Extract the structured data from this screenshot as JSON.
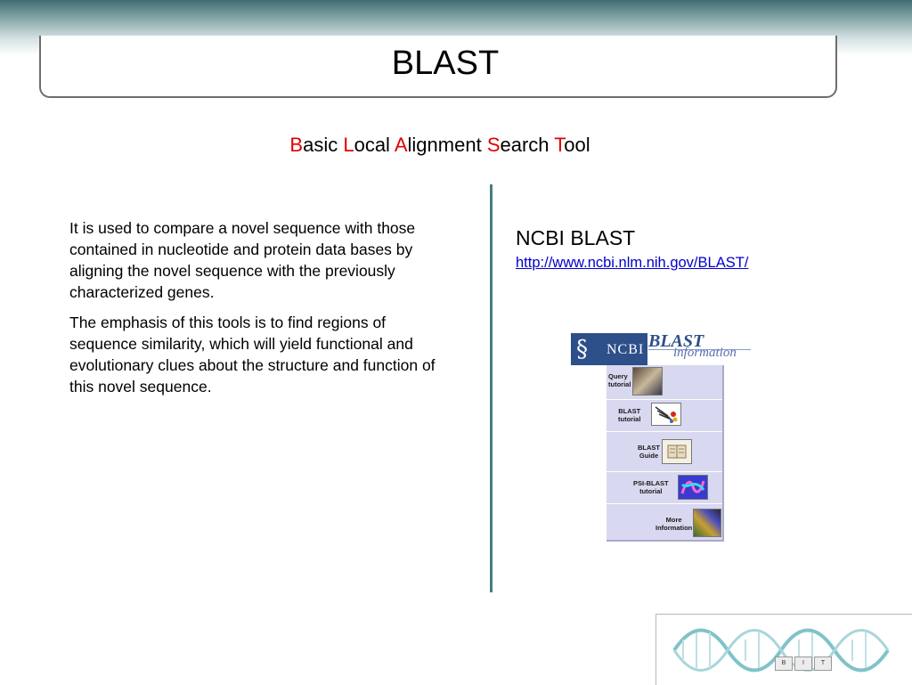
{
  "slide": {
    "title": "BLAST",
    "subtitle": [
      {
        "text": "B",
        "highlight": true
      },
      {
        "text": "asic ",
        "highlight": false
      },
      {
        "text": "L",
        "highlight": true
      },
      {
        "text": "ocal ",
        "highlight": false
      },
      {
        "text": "A",
        "highlight": true
      },
      {
        "text": "lignment ",
        "highlight": false
      },
      {
        "text": "S",
        "highlight": true
      },
      {
        "text": "earch ",
        "highlight": false
      },
      {
        "text": "T",
        "highlight": true
      },
      {
        "text": "ool",
        "highlight": false
      }
    ],
    "paragraphs": [
      "It is used to compare a novel sequence with those contained in nucleotide and protein data bases by aligning the novel sequence with the previously characterized genes.",
      "The emphasis of this tools is to find regions of sequence similarity, which will yield functional and evolutionary clues about the structure and function of this novel sequence."
    ],
    "ncbi_title": "NCBI BLAST",
    "ncbi_link": "http://www.ncbi.nlm.nih.gov/BLAST/"
  },
  "graphic": {
    "logo_text": "NCBI",
    "blast_word": "BLAST",
    "info_word": "information",
    "items": [
      {
        "label1": "Query",
        "label2": "tutorial"
      },
      {
        "label1": "BLAST",
        "label2": "tutorial"
      },
      {
        "label1": "BLAST",
        "label2": "Guide"
      },
      {
        "label1": "PSI-BLAST",
        "label2": "tutorial"
      },
      {
        "label1": "More",
        "label2": "Information"
      }
    ]
  },
  "footer_logo": {
    "keys": [
      "B",
      "I",
      "T"
    ]
  },
  "colors": {
    "highlight": "#e00000",
    "link": "#0000cc",
    "divider": "#4a7d7d",
    "ncbi_blue": "#2d4f8a"
  }
}
